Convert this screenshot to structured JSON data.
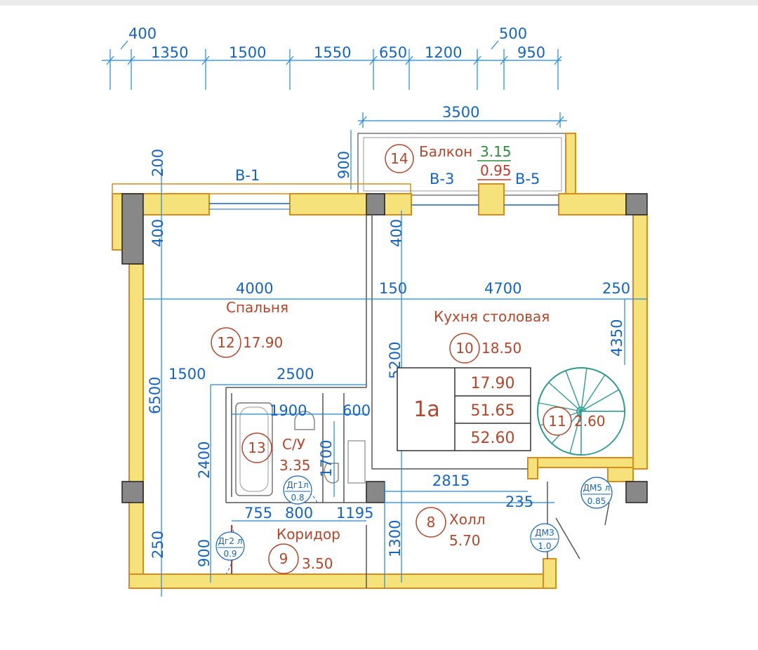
{
  "top_dimensions": {
    "row1": [
      "400",
      "500"
    ],
    "row2": [
      "1350",
      "1500",
      "1550",
      "650",
      "1200",
      "950"
    ]
  },
  "balcony": {
    "width": "3500",
    "depth": "900",
    "number": "14",
    "label": "Балкон",
    "area_green": "3.15",
    "area_red": "0.95"
  },
  "windows": {
    "w1": "В-1",
    "w3": "В-3",
    "w5": "В-5"
  },
  "rooms": {
    "bedroom": {
      "number": "12",
      "label": "Спальня",
      "area": "17.90"
    },
    "kitchen": {
      "number": "10",
      "label": "Кухня столовая",
      "area": "18.50"
    },
    "bathroom": {
      "number": "13",
      "label": "С/У",
      "area": "3.35"
    },
    "corridor": {
      "number": "9",
      "label": "Коридор",
      "area": "3.50"
    },
    "hall": {
      "number": "8",
      "label": "Холл",
      "area": "5.70"
    },
    "stair": {
      "number": "11",
      "area": "2.60"
    }
  },
  "summary_table": {
    "unit": "1а",
    "values": [
      "17.90",
      "51.65",
      "52.60"
    ]
  },
  "interior_dimensions": {
    "d200": "200",
    "d400a": "400",
    "d400b": "400",
    "d4000": "4000",
    "d150": "150",
    "d4700": "4700",
    "d250a": "250",
    "d4350": "4350",
    "d5200": "5200",
    "d6500": "6500",
    "d1500": "1500",
    "d2500": "2500",
    "d1900": "1900",
    "d600": "600",
    "d2400": "2400",
    "d1700": "1700",
    "d755": "755",
    "d800": "800",
    "d1195": "1195",
    "d2815": "2815",
    "d235": "235",
    "d1300": "1300",
    "d900": "900",
    "d250b": "250"
  },
  "doors": {
    "dg1": {
      "label": "Дг1л",
      "width": "0.8"
    },
    "dg2": {
      "label": "Дг2 л",
      "width": "0.9"
    },
    "dm5": {
      "label": "ДМ5 л",
      "width": "0.85"
    },
    "dm3": {
      "label": "ДМЗ",
      "width": "1.0"
    }
  },
  "colors": {
    "dimension": "#1565c0",
    "room_text": "#b2472b",
    "wall_fill": "#f6e27a",
    "wall_edge": "#d98b1c"
  }
}
